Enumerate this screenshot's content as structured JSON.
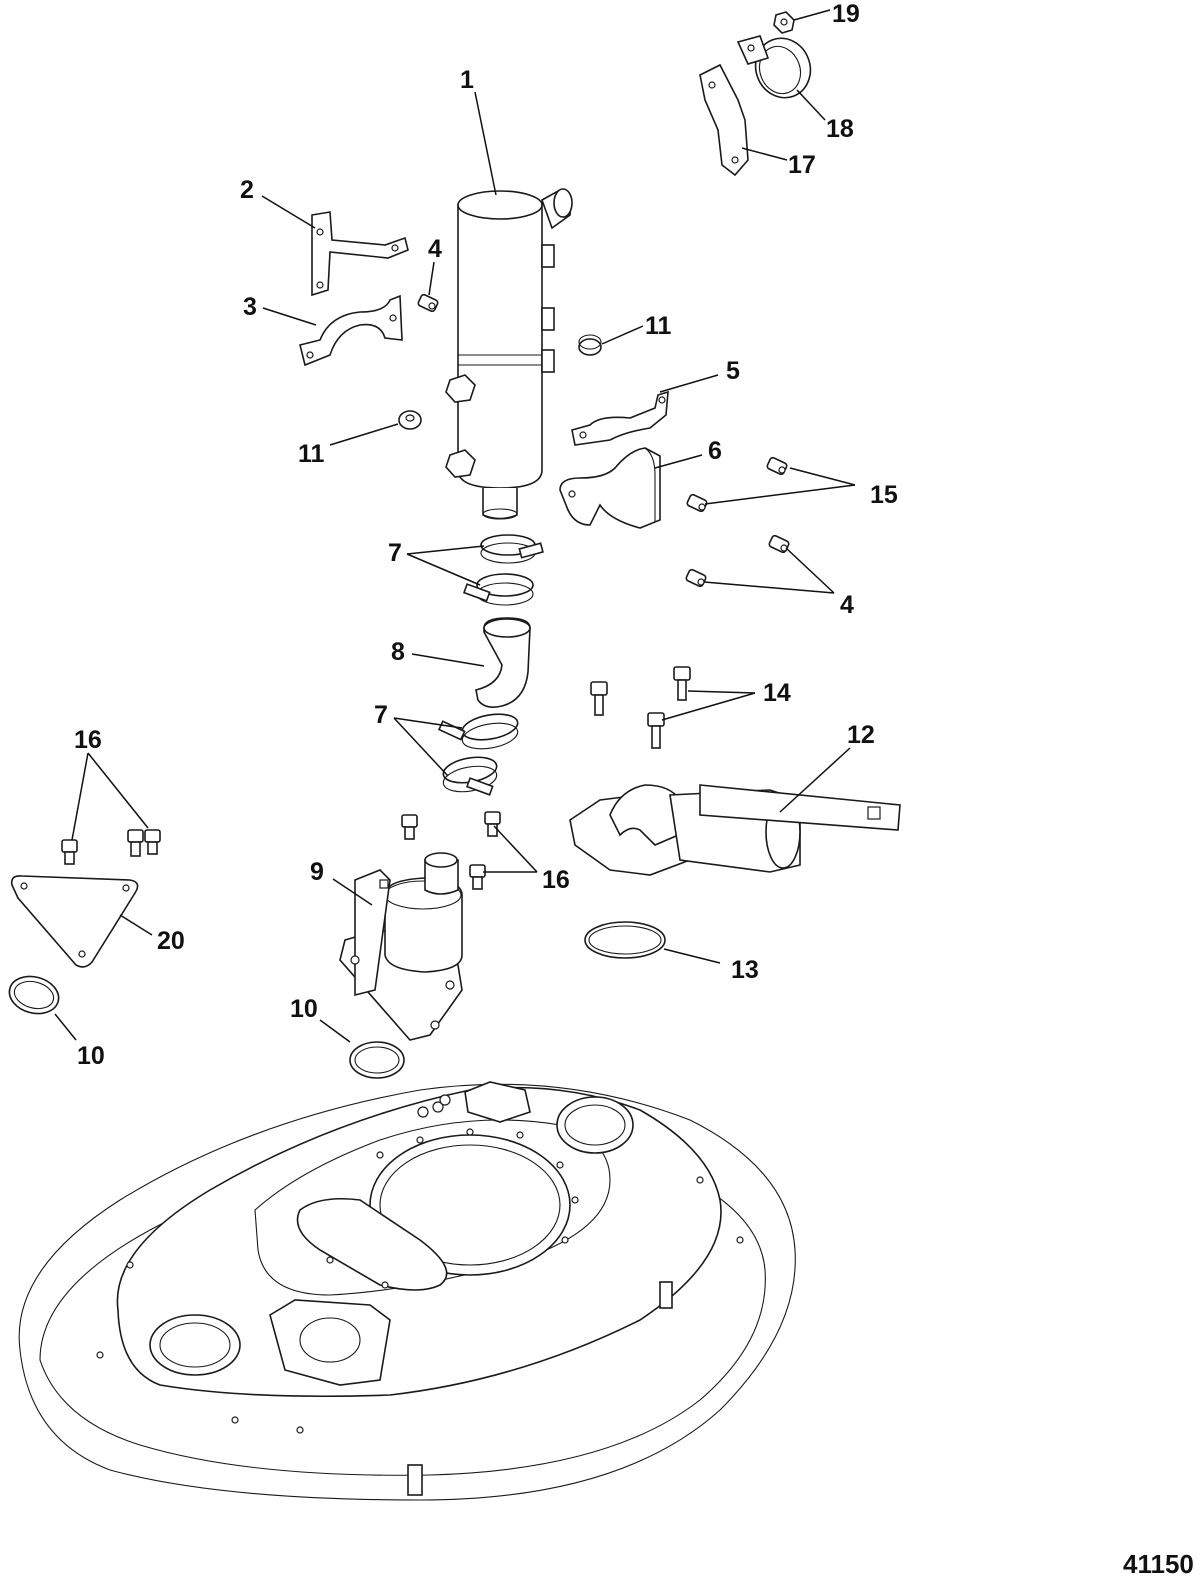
{
  "figure_number": "41150",
  "callouts": {
    "c1": "1",
    "c2": "2",
    "c3": "3",
    "c4a": "4",
    "c4b": "4",
    "c5": "5",
    "c6": "6",
    "c7a": "7",
    "c7b": "7",
    "c8": "8",
    "c9": "9",
    "c10a": "10",
    "c10b": "10",
    "c11a": "11",
    "c11b": "11",
    "c12": "12",
    "c13": "13",
    "c14": "14",
    "c15": "15",
    "c16a": "16",
    "c16b": "16",
    "c17": "17",
    "c18": "18",
    "c19": "19",
    "c20": "20"
  }
}
